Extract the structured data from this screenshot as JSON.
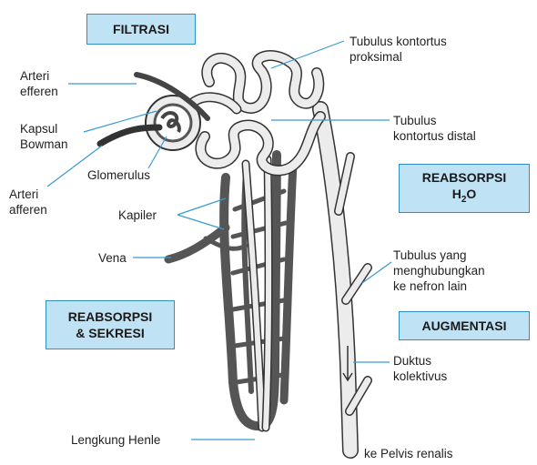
{
  "boxes": {
    "filtrasi": "FILTRASI",
    "reabsorpsi_h2o_line1": "REABSORPSI",
    "reabsorpsi_h2o_h": "H",
    "reabsorpsi_h2o_sub": "2",
    "reabsorpsi_h2o_o": "O",
    "augmentasi": "AUGMENTASI",
    "reabsorpsi_sekresi_line1": "REABSORPSI",
    "reabsorpsi_sekresi_line2": "& SEKRESI"
  },
  "labels": {
    "arteri_efferen": "Arteri\nefferen",
    "kapsul_bowman": "Kapsul\nBowman",
    "glomerulus": "Glomerulus",
    "arteri_afferen": "Arteri\nafferen",
    "kapiler": "Kapiler",
    "vena": "Vena",
    "tubulus_proksimal": "Tubulus kontortus\nproksimal",
    "tubulus_distal": "Tubulus\nkontortus distal",
    "tubulus_penghubung": "Tubulus yang\nmenghubungkan\nke nefron lain",
    "duktus_kolektivus": "Duktus\nkolektivus",
    "lengkung_henle": "Lengkung Henle",
    "pelvis_renalis": "ke Pelvis renalis"
  },
  "colors": {
    "box_fill": "#bfe2f4",
    "box_border": "#2f8fc4",
    "leader_line": "#3a9bd1",
    "vessel_dark": "#555555",
    "tubule_light": "#ececec"
  }
}
